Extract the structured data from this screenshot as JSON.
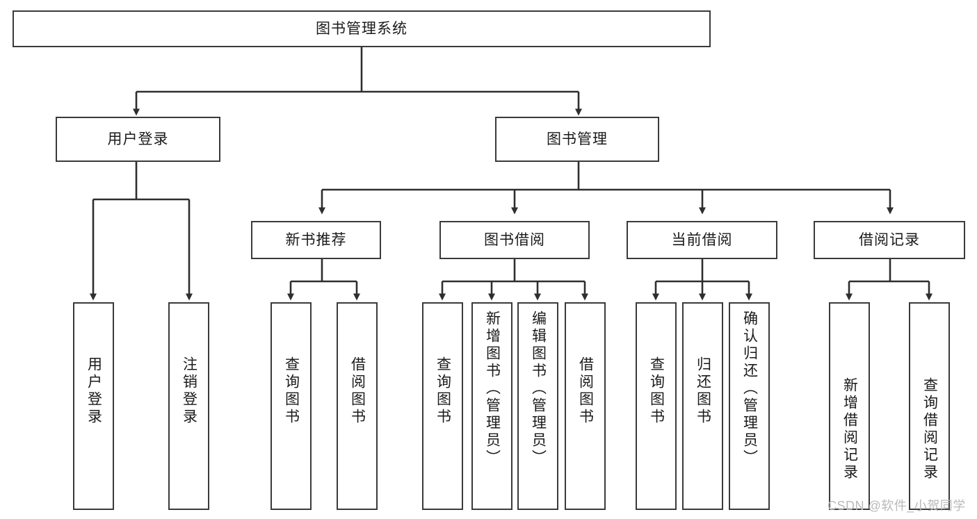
{
  "diagram": {
    "type": "hierarchy-tree",
    "title": "图书管理系统",
    "root": {
      "label": "图书管理系统",
      "children": [
        {
          "label": "用户登录",
          "children": [
            {
              "label": "用户登录"
            },
            {
              "label": "注销登录"
            }
          ]
        },
        {
          "label": "图书管理",
          "children": [
            {
              "label": "新书推荐",
              "children": [
                {
                  "label": "查询图书"
                },
                {
                  "label": "借阅图书"
                }
              ]
            },
            {
              "label": "图书借阅",
              "children": [
                {
                  "label": "查询图书"
                },
                {
                  "label": "新增图书（管理员）"
                },
                {
                  "label": "编辑图书（管理员）"
                },
                {
                  "label": "借阅图书"
                }
              ]
            },
            {
              "label": "当前借阅",
              "children": [
                {
                  "label": "查询图书"
                },
                {
                  "label": "归还图书"
                },
                {
                  "label": "确认归还（管理员）"
                }
              ]
            },
            {
              "label": "借阅记录",
              "children": [
                {
                  "label": "新增借阅记录"
                },
                {
                  "label": "查询借阅记录"
                }
              ]
            }
          ]
        }
      ]
    }
  },
  "nodes": {
    "root": "图书管理系统",
    "user_login": "用户登录",
    "book_manage": "图书管理",
    "new_book_rec": "新书推荐",
    "book_borrow": "图书借阅",
    "current_borrow": "当前借阅",
    "borrow_record": "借阅记录",
    "leaf_user_login": "用户登录",
    "leaf_logout": "注销登录",
    "leaf_rec_query": "查询图书",
    "leaf_rec_borrow": "借阅图书",
    "leaf_br_query": "查询图书",
    "leaf_br_add": "新增图书（管理员）",
    "leaf_br_edit": "编辑图书（管理员）",
    "leaf_br_borrow": "借阅图书",
    "leaf_cur_query": "查询图书",
    "leaf_cur_return": "归还图书",
    "leaf_cur_confirm": "确认归还（管理员）",
    "leaf_rec_add": "新增借阅记录",
    "leaf_rec_query2": "查询借阅记录"
  },
  "watermark": {
    "text": "CSDN @软件_小贺同学"
  },
  "colors": {
    "background": "#ffffff",
    "box_border": "#3a3a3a",
    "connector": "#2e2e2e",
    "text": "#1a1a1a",
    "watermark": "#b9b9b9"
  }
}
